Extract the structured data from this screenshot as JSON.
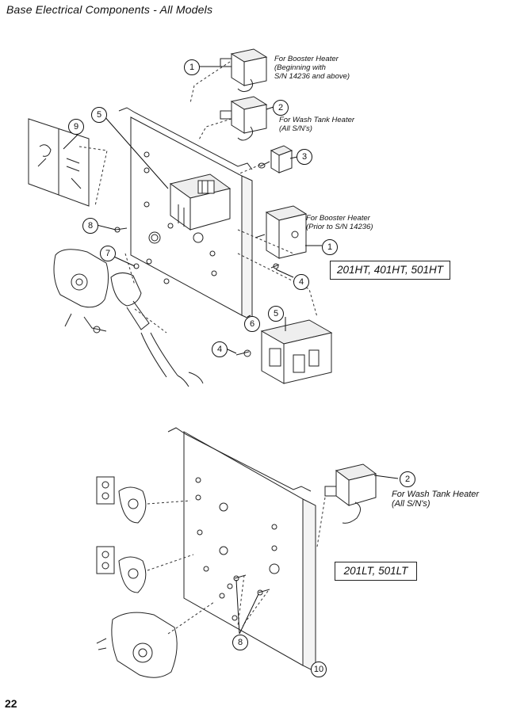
{
  "page": {
    "title": "Base Electrical Components  -  All Models",
    "page_number": "22"
  },
  "notes": {
    "booster_new": [
      "For Booster Heater",
      "(Beginning with",
      "S/N 14236 and above)"
    ],
    "wash_tank_top": [
      "For Wash Tank Heater",
      "(All S/N's)"
    ],
    "booster_old": [
      "For Booster Heater",
      "(Prior to S/N 14236)"
    ],
    "wash_tank_bottom": [
      "For Wash Tank Heater",
      "(All S/N's)"
    ]
  },
  "models": {
    "ht": "201HT, 401HT, 501HT",
    "lt": "201LT, 501LT"
  },
  "callouts": [
    {
      "id": "c1a",
      "label": "1"
    },
    {
      "id": "c2a",
      "label": "2"
    },
    {
      "id": "c3",
      "label": "3"
    },
    {
      "id": "c5a",
      "label": "5"
    },
    {
      "id": "c9",
      "label": "9"
    },
    {
      "id": "c8a",
      "label": "8"
    },
    {
      "id": "c1b",
      "label": "1"
    },
    {
      "id": "c7",
      "label": "7"
    },
    {
      "id": "c4a",
      "label": "4"
    },
    {
      "id": "c6",
      "label": "6"
    },
    {
      "id": "c5b",
      "label": "5"
    },
    {
      "id": "c4b",
      "label": "4"
    },
    {
      "id": "c2b",
      "label": "2"
    },
    {
      "id": "c8b",
      "label": "8"
    },
    {
      "id": "c10",
      "label": "10"
    }
  ]
}
